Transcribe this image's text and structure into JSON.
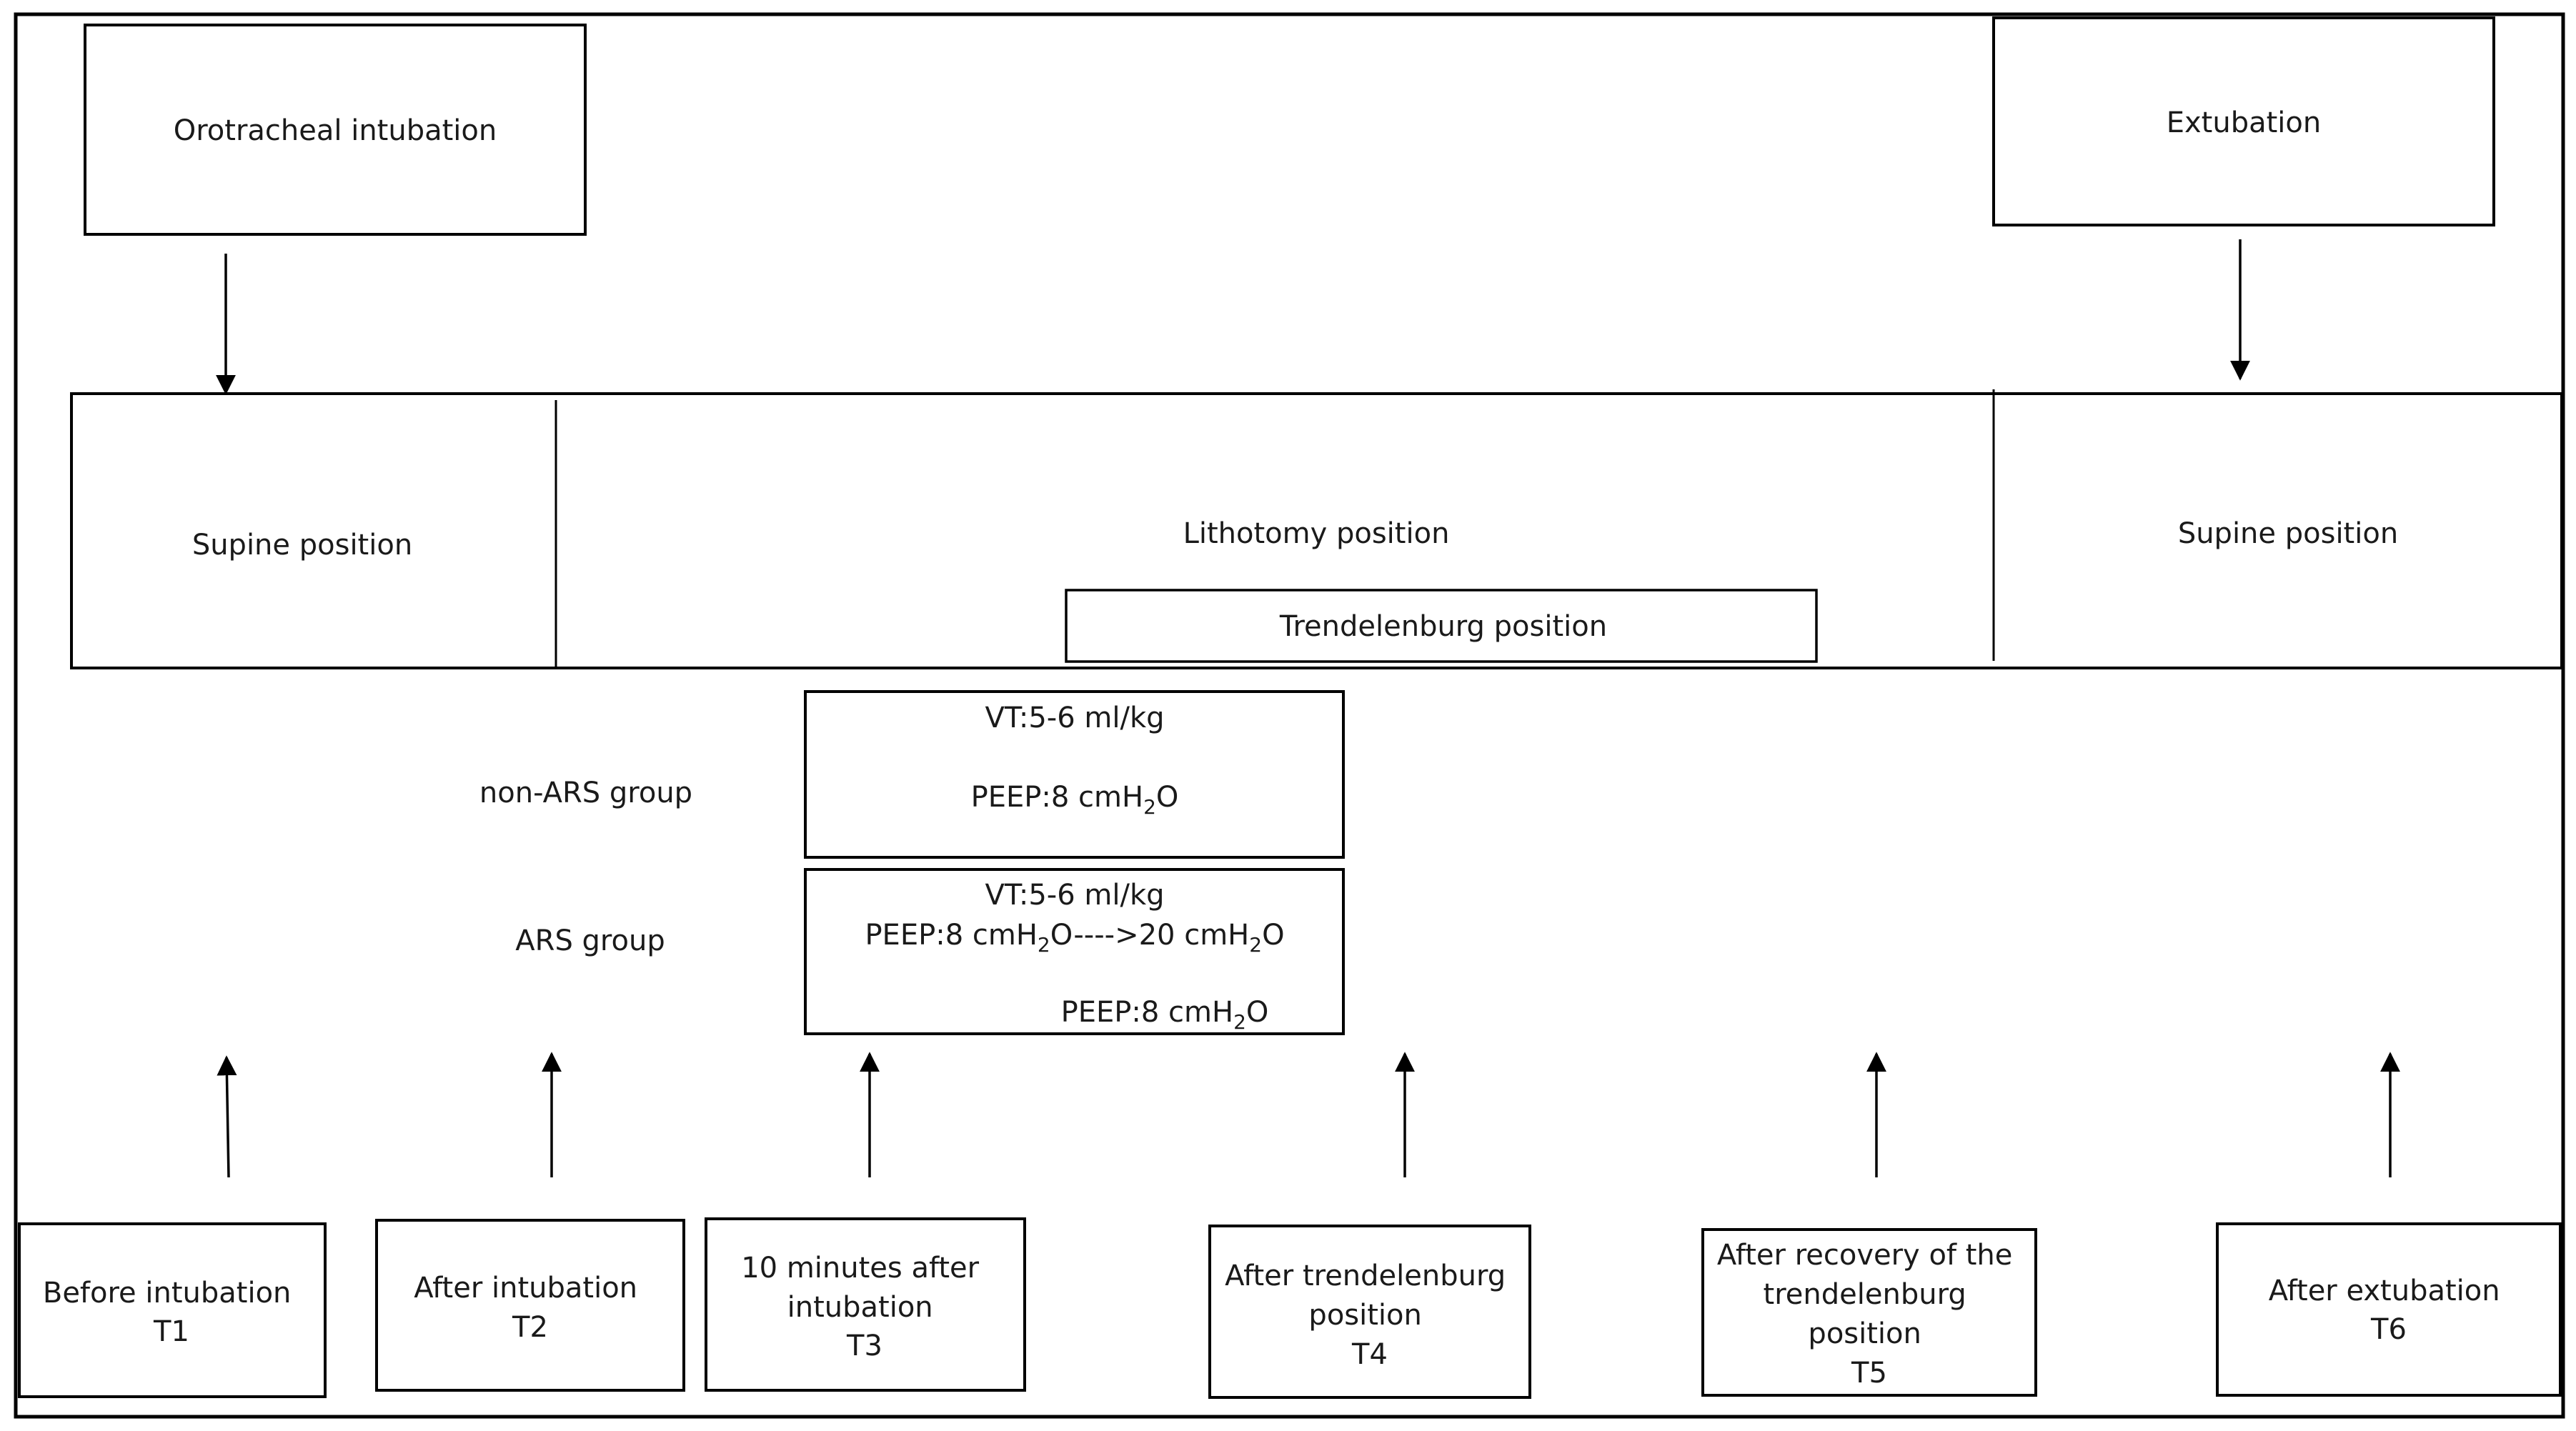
{
  "top": {
    "intubation": "Orotracheal intubation",
    "extubation": "Extubation"
  },
  "positions": {
    "supine_left": "Supine position",
    "lithotomy": "Lithotomy position",
    "trendelenburg": "Trendelenburg position",
    "supine_right": "Supine position"
  },
  "groups": {
    "non_ars": {
      "label": "non-ARS group",
      "vt": "VT:5-6 ml/kg",
      "peep_prefix": "PEEP:8 cmH",
      "peep_sub": "2",
      "peep_suffix": "O"
    },
    "ars": {
      "label": "ARS group",
      "vt": "VT:5-6 ml/kg",
      "peep_a_prefix": "PEEP:8 cmH",
      "peep_a_sub": "2",
      "peep_a_mid": "O---->20  cmH",
      "peep_a_sub2": "2",
      "peep_a_suffix": "O",
      "peep_b_prefix": "PEEP:8 cmH",
      "peep_b_sub": "2",
      "peep_b_suffix": "O"
    }
  },
  "timepoints": [
    {
      "lines": [
        "Before intubation",
        "T1"
      ]
    },
    {
      "lines": [
        "After intubation",
        "T2"
      ]
    },
    {
      "lines": [
        "10 minutes after",
        "intubation",
        "T3"
      ]
    },
    {
      "lines": [
        "After trendelenburg",
        "position",
        "T4"
      ]
    },
    {
      "lines": [
        "After recovery of the",
        "trendelenburg",
        "position",
        "T5"
      ]
    },
    {
      "lines": [
        "After extubation",
        "T6"
      ]
    }
  ],
  "colors": {
    "stroke": "#000000",
    "text": "#1a1a1a",
    "background": "#ffffff"
  }
}
